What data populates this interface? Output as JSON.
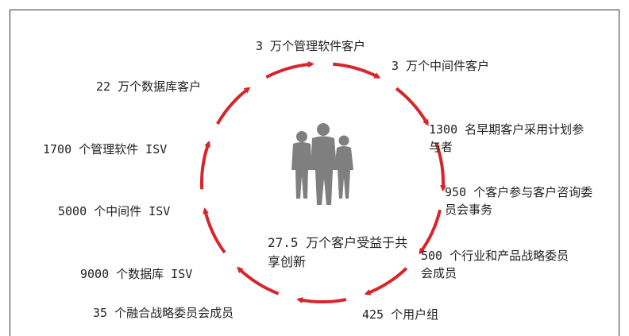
{
  "colors": {
    "arrow": "#d7262b",
    "silhouette": "#7f7f7f",
    "text": "#222222"
  },
  "center_text": "27.5 万个客户受益于共享创新",
  "center_icon": "people-silhouette-icon",
  "cycle_labels": [
    "3 万个管理软件客户",
    "3 万个中间件客户",
    "1300 名早期客户采用计划参与者",
    "950 个客户参与客户咨询委员会事务",
    "500 个行业和产品战略委员会成员",
    "425 个用户组",
    "35 个融合战略委员会成员",
    "9000 个数据库 ISV",
    "5000 个中间件 ISV",
    "1700 个管理软件 ISV",
    "22 万个数据库客户"
  ]
}
